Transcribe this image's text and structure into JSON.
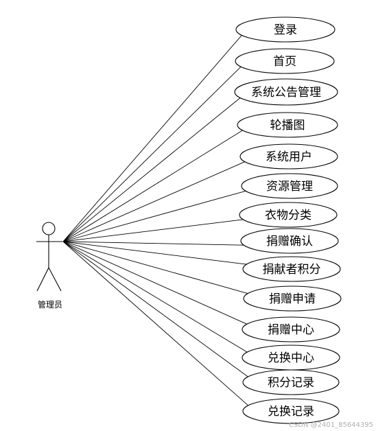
{
  "actor": {
    "label": "管理员"
  },
  "use_cases": [
    {
      "label": "登录"
    },
    {
      "label": "首页"
    },
    {
      "label": "系统公告管理"
    },
    {
      "label": "轮播图"
    },
    {
      "label": "系统用户"
    },
    {
      "label": "资源管理"
    },
    {
      "label": "衣物分类"
    },
    {
      "label": "捐赠确认"
    },
    {
      "label": "捐献者积分"
    },
    {
      "label": "捐赠申请"
    },
    {
      "label": "捐赠中心"
    },
    {
      "label": "兑换中心"
    },
    {
      "label": "积分记录"
    },
    {
      "label": "兑换记录"
    }
  ],
  "watermark": {
    "text": "CSDN @2401_85644395"
  }
}
